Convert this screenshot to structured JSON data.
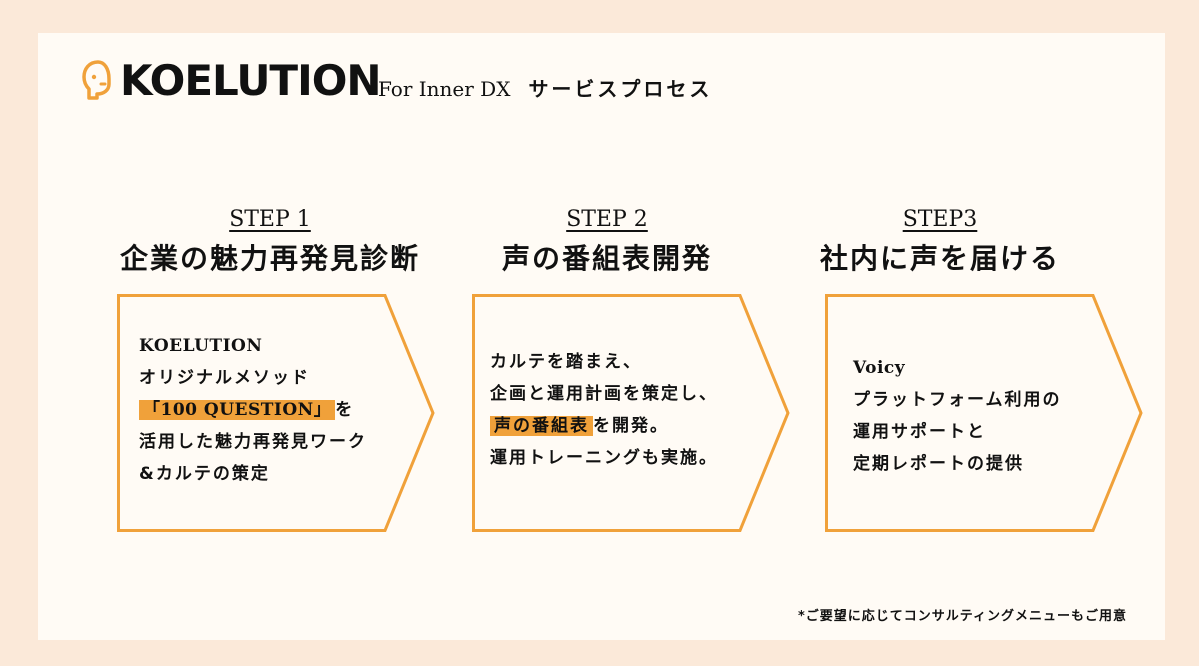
{
  "header": {
    "brand": "KOELUTION",
    "subtitle_en": "For Inner DX",
    "subtitle_jp": "サービスプロセス",
    "logo_icon": "face-outline-icon"
  },
  "colors": {
    "accent": "#f0a13a",
    "outer_background": "#fbe9d9",
    "slide_background": "#fffbf5"
  },
  "steps": [
    {
      "label": "STEP 1",
      "title": "企業の魅力再発見診断",
      "lines": [
        "KOELUTION",
        "オリジナルメソッド",
        "「100 QUESTION」",
        "を",
        "活用した魅力再発見ワーク",
        "&カルテの策定"
      ]
    },
    {
      "label": "STEP 2",
      "title": "声の番組表開発",
      "lines": [
        "カルテを踏まえ、",
        "企画と運用計画を策定し、",
        "声の番組表",
        "を開発。",
        "運用トレーニングも実施。"
      ]
    },
    {
      "label": "STEP3",
      "title": "社内に声を届ける",
      "lines": [
        "Voicy",
        "プラットフォーム利用の",
        "運用サポートと",
        "定期レポートの提供"
      ]
    }
  ],
  "footnote": "*ご要望に応じてコンサルティングメニューもご用意"
}
